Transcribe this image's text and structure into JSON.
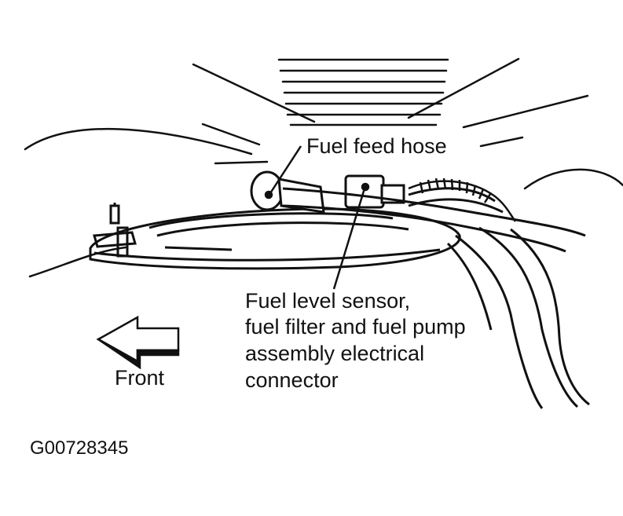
{
  "labels": {
    "fuel_feed_hose": "Fuel feed hose",
    "connector_lines": [
      "Fuel level sensor,",
      "fuel filter and fuel pump",
      "assembly electrical",
      "connector"
    ],
    "front": "Front"
  },
  "figure_id": "G00728345",
  "colors": {
    "ink": "#111111",
    "paper": "#ffffff"
  }
}
